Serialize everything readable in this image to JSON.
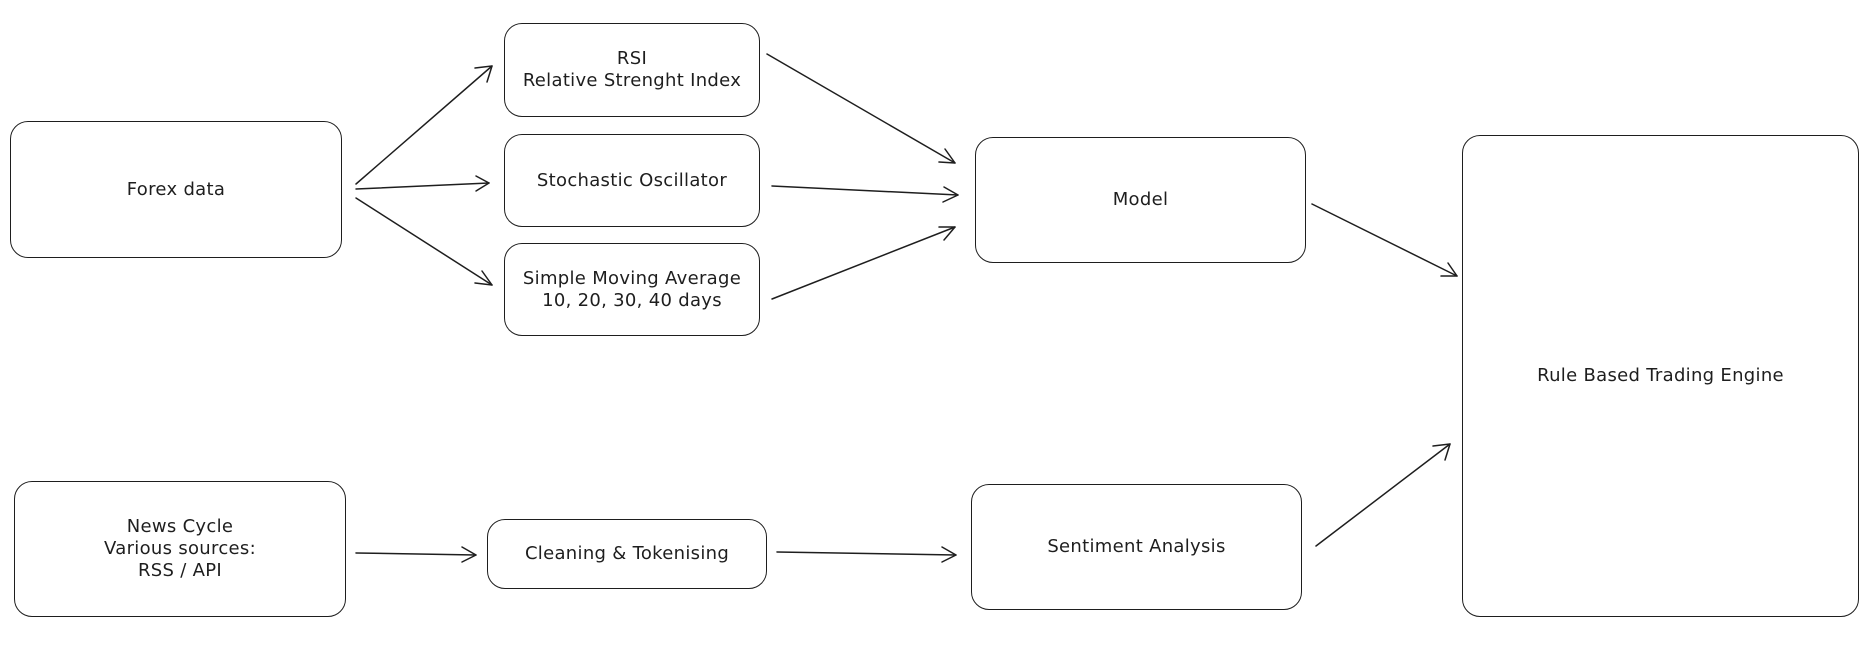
{
  "diagram": {
    "nodes": {
      "forex": {
        "label": "Forex data"
      },
      "rsi": {
        "label": "RSI\nRelative Strenght Index"
      },
      "stoch": {
        "label": "Stochastic Oscillator"
      },
      "sma": {
        "label": "Simple Moving Average\n10, 20, 30, 40 days"
      },
      "model": {
        "label": "Model"
      },
      "engine": {
        "label": "Rule Based Trading Engine"
      },
      "news": {
        "label": "News Cycle\nVarious sources:\nRSS / API"
      },
      "cleaning": {
        "label": "Cleaning & Tokenising"
      },
      "sentiment": {
        "label": "Sentiment Analysis"
      }
    },
    "edges": [
      {
        "from": "forex",
        "to": "rsi"
      },
      {
        "from": "forex",
        "to": "stoch"
      },
      {
        "from": "forex",
        "to": "sma"
      },
      {
        "from": "rsi",
        "to": "model"
      },
      {
        "from": "stoch",
        "to": "model"
      },
      {
        "from": "sma",
        "to": "model"
      },
      {
        "from": "model",
        "to": "engine"
      },
      {
        "from": "news",
        "to": "cleaning"
      },
      {
        "from": "cleaning",
        "to": "sentiment"
      },
      {
        "from": "sentiment",
        "to": "engine"
      }
    ],
    "colors": {
      "stroke": "#1e1e1e",
      "background": "#ffffff"
    }
  }
}
